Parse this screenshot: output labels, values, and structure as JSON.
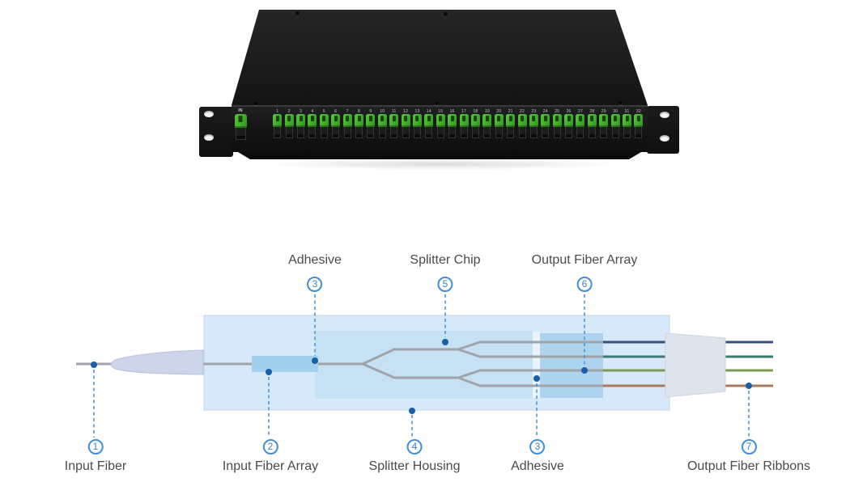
{
  "device": {
    "in_label": "IN",
    "port_numbers": [
      "1",
      "2",
      "3",
      "4",
      "5",
      "6",
      "7",
      "8",
      "9",
      "10",
      "11",
      "12",
      "13",
      "14",
      "15",
      "16",
      "17",
      "18",
      "19",
      "20",
      "21",
      "22",
      "23",
      "24",
      "25",
      "26",
      "27",
      "28",
      "29",
      "30",
      "31",
      "32"
    ]
  },
  "diagram": {
    "callouts_top": [
      {
        "num": "3",
        "label": "Adhesive"
      },
      {
        "num": "5",
        "label": "Splitter Chip"
      },
      {
        "num": "6",
        "label": "Output Fiber Array"
      }
    ],
    "callouts_bottom": [
      {
        "num": "1",
        "label": "Input Fiber"
      },
      {
        "num": "2",
        "label": "Input Fiber Array"
      },
      {
        "num": "4",
        "label": "Splitter Housing"
      },
      {
        "num": "3",
        "label": "Adhesive"
      },
      {
        "num": "7",
        "label": "Output Fiber Ribbons"
      }
    ],
    "colors": {
      "callout_blue": "#4592d4",
      "dot_blue": "#1b5fa8",
      "housing": "#d7e9f8",
      "chip": "#c6e0f4",
      "gap": "#eaf3fb",
      "output_array": "#aed3ee",
      "input_array": "#a3d0ec",
      "cone": "#ccd5ea",
      "boot": "#dde4ec",
      "waveguide": "#a0a3a7",
      "out_line_1": "#33517e",
      "out_line_2": "#397a72",
      "out_line_3": "#7e9a55",
      "out_line_4": "#a8795c",
      "connector_green": "#3fae28",
      "panel_black": "#1c1c1c"
    }
  }
}
